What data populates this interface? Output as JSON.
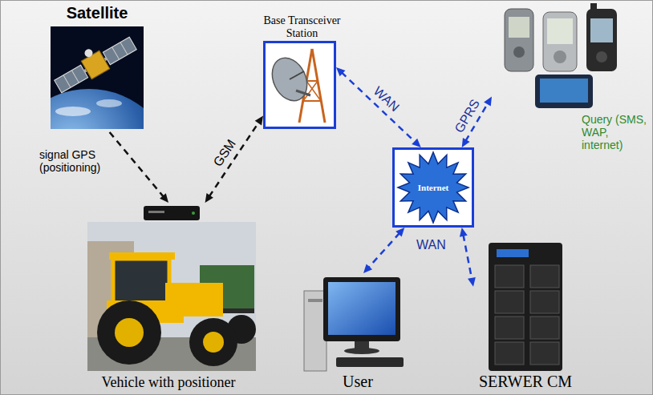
{
  "diagram": {
    "nodes": [
      {
        "text": [
          "Satellite"
        ]
      },
      {
        "text": [
          "Base Transceiver Station"
        ]
      },
      {
        "text": [
          "Query (SMS, WAP, internet)"
        ]
      },
      {
        "text": [
          "Internet"
        ]
      },
      {
        "text": [
          "Vehicle with positioner"
        ]
      },
      {
        "text": [
          "User"
        ]
      },
      {
        "text": [
          "SERWER CM"
        ]
      }
    ],
    "edges": [
      {
        "from": 0,
        "to": 4,
        "label": "signal GPS (positioning)",
        "arrow": "to"
      },
      {
        "from": 4,
        "to": 1,
        "label": "GSM",
        "arrow": "both"
      },
      {
        "from": 1,
        "to": 3,
        "label": "WAN",
        "arrow": "both"
      },
      {
        "from": 3,
        "to": 2,
        "label": "GPRS",
        "arrow": "both"
      },
      {
        "from": 3,
        "to": 5,
        "arrow": "both"
      },
      {
        "from": 3,
        "to": 6,
        "arrow": "both"
      }
    ],
    "labels": [
      "WAN"
    ]
  }
}
